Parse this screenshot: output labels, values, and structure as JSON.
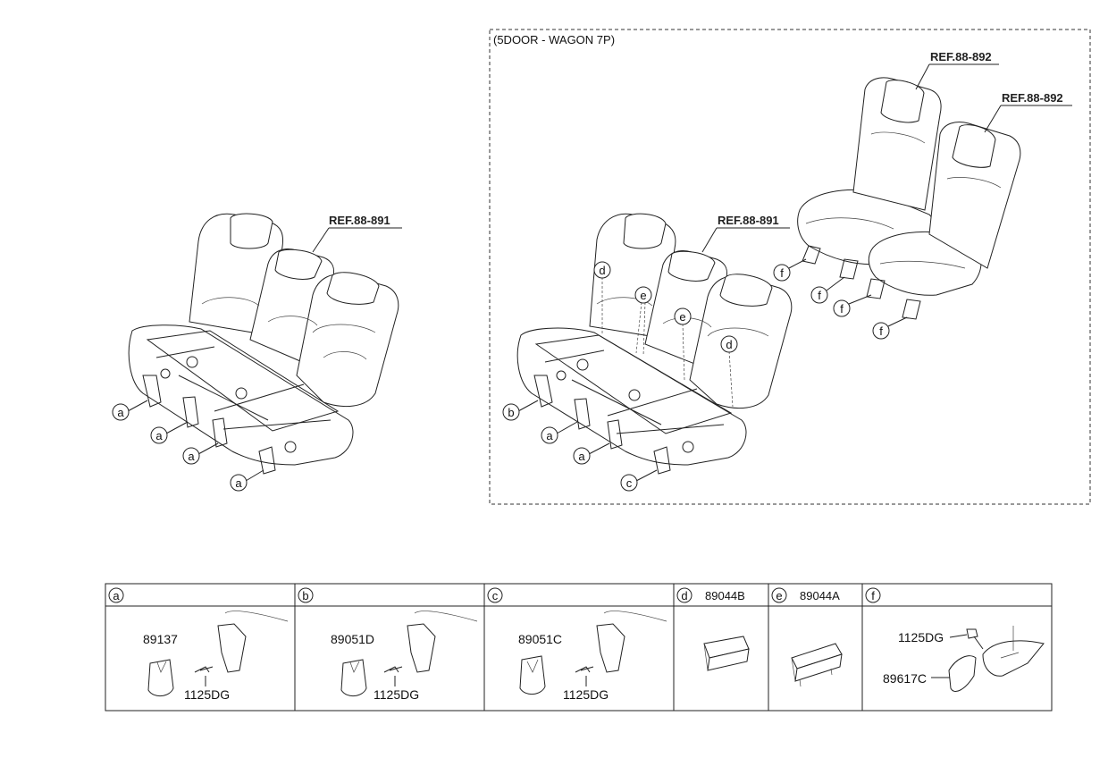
{
  "group_label": "(5DOOR - WAGON 7P)",
  "refs": {
    "left_seat": "REF.88-891",
    "right_second_row": "REF.88-891",
    "third_row_a": "REF.88-892",
    "third_row_b": "REF.88-892"
  },
  "callouts_left": [
    "a",
    "a",
    "a",
    "a"
  ],
  "callouts_right": [
    "d",
    "e",
    "e",
    "d",
    "b",
    "a",
    "a",
    "c"
  ],
  "callouts_third": [
    "f",
    "f",
    "f",
    "f"
  ],
  "legend": [
    {
      "letter": "a",
      "code": "",
      "parts": [
        "89137",
        "1125DG"
      ]
    },
    {
      "letter": "b",
      "code": "",
      "parts": [
        "89051D",
        "1125DG"
      ]
    },
    {
      "letter": "c",
      "code": "",
      "parts": [
        "89051C",
        "1125DG"
      ]
    },
    {
      "letter": "d",
      "code": "89044B",
      "parts": []
    },
    {
      "letter": "e",
      "code": "89044A",
      "parts": []
    },
    {
      "letter": "f",
      "code": "",
      "parts": [
        "1125DG",
        "89617C"
      ]
    }
  ]
}
